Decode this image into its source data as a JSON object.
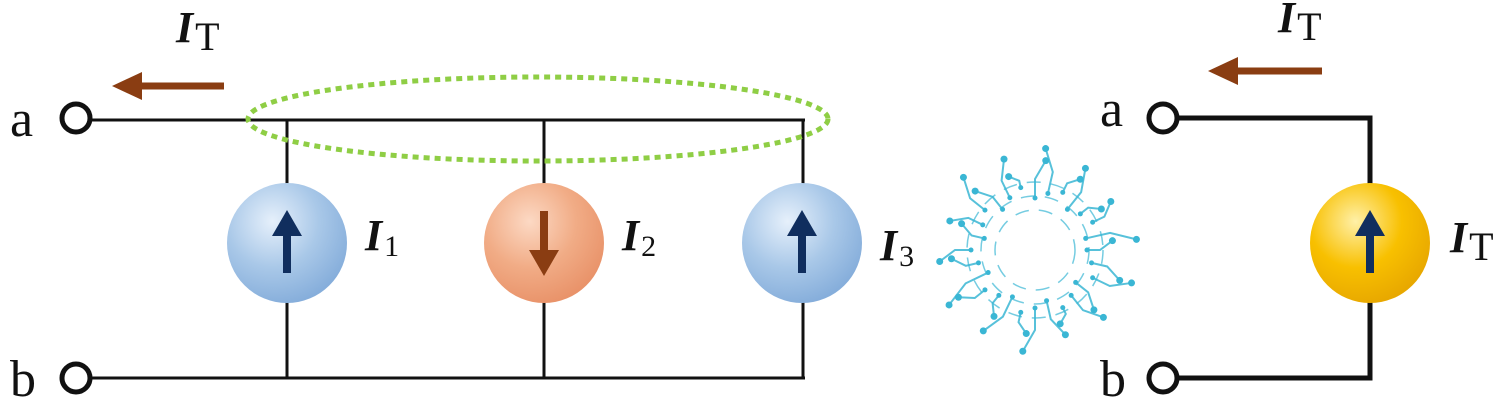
{
  "left_circuit": {
    "current_total": {
      "symbol": "I",
      "subscript": "T"
    },
    "terminal_a": "a",
    "terminal_b": "b",
    "sources": [
      {
        "symbol": "I",
        "subscript": "1",
        "direction": "up",
        "color": "#a9c8e8"
      },
      {
        "symbol": "I",
        "subscript": "2",
        "direction": "down",
        "color": "#f1ac86"
      },
      {
        "symbol": "I",
        "subscript": "3",
        "direction": "up",
        "color": "#a9c8e8"
      }
    ]
  },
  "right_circuit": {
    "current_total": {
      "symbol": "I",
      "subscript": "T"
    },
    "terminal_a": "a",
    "terminal_b": "b",
    "source": {
      "symbol": "I",
      "subscript": "T",
      "direction": "up",
      "color": "#f8c000"
    }
  },
  "colors": {
    "wire": "#111111",
    "current_arrow": "#8a3d12",
    "source_arrow_dark": "#102e5e",
    "dotted_ellipse": "#8fce45",
    "watermark": "#3ab6d4"
  },
  "icons": {
    "watermark": "circuit-ring-icon"
  }
}
